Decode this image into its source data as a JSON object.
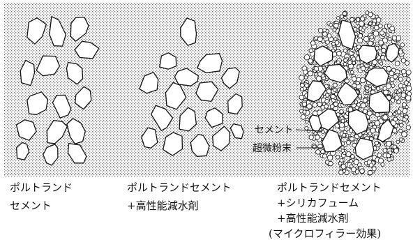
{
  "panels": [
    {
      "caption_lines": [
        "ポルトランド",
        "セメント"
      ]
    },
    {
      "caption_lines": [
        "ポルトランドセメント",
        "+高性能減水剤"
      ]
    },
    {
      "caption_lines": [
        "ポルトランドセメント",
        "+シリカフューム",
        "+高性能減水剤",
        "(マイクロフィラー効果)"
      ]
    }
  ],
  "pointers": {
    "cement": "セメント",
    "ultrafine": "超微粉末"
  },
  "colors": {
    "background_pattern": "#8a8a8a",
    "particle_fill": "#ffffff",
    "particle_outline": "#111111"
  }
}
